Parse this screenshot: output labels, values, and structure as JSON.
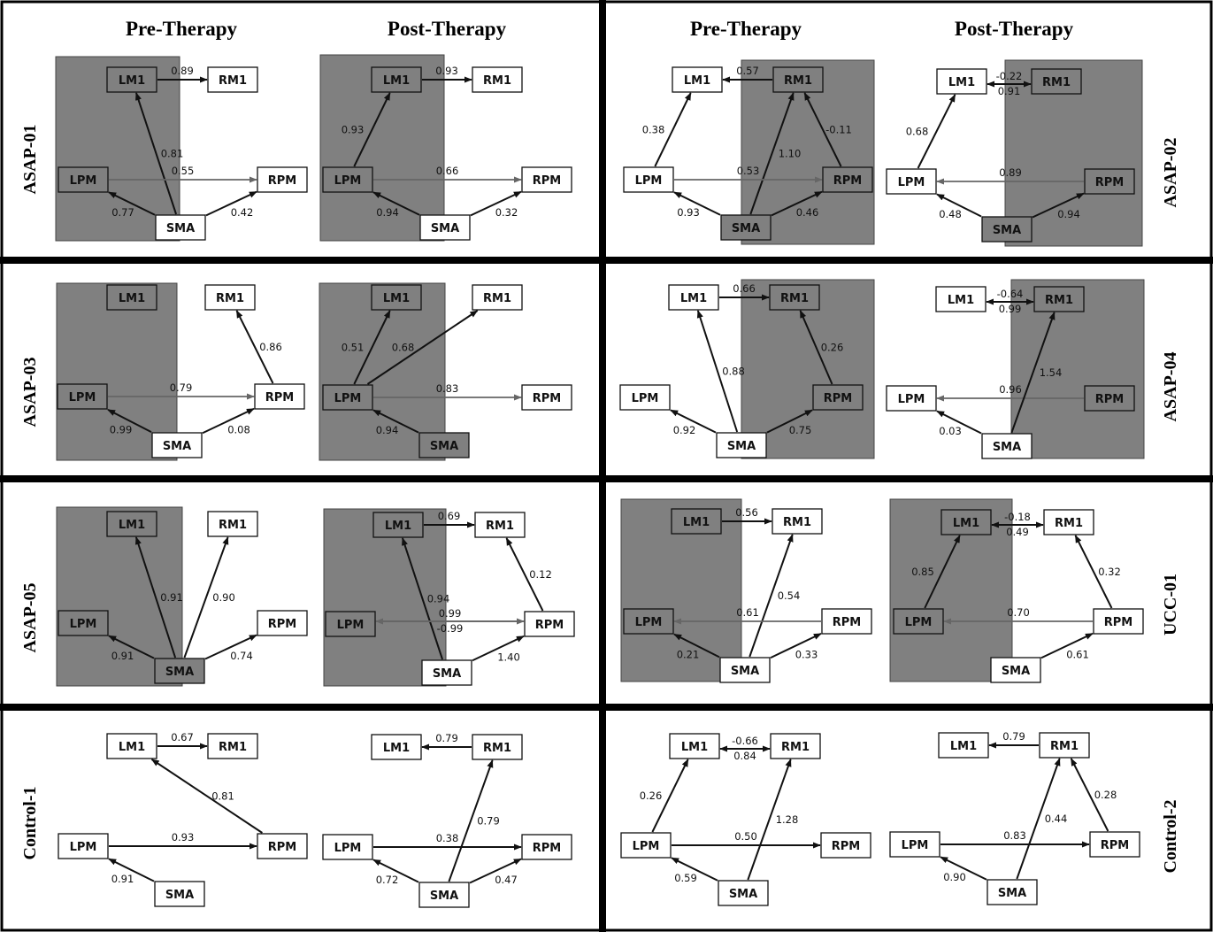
{
  "headers": {
    "left": [
      "Pre-Therapy",
      "Post-Therapy"
    ],
    "right": [
      "Pre-Therapy",
      "Post-Therapy"
    ]
  },
  "rows": [
    "ASAP-01",
    "ASAP-02",
    "ASAP-03",
    "ASAP-04",
    "ASAP-05",
    "UCC-01",
    "Control-1",
    "Control-2"
  ],
  "nodes": [
    "LM1",
    "RM1",
    "LPM",
    "RPM",
    "SMA"
  ],
  "panels": [
    {
      "row": 0,
      "side": "left",
      "col": 0,
      "edges": [
        {
          "from": "LM1",
          "to": "RM1",
          "w": "0.89"
        },
        {
          "from": "SMA",
          "to": "LM1",
          "w": "0.81"
        },
        {
          "from": "LPM",
          "to": "RPM",
          "w": "0.55",
          "gray": true
        },
        {
          "from": "SMA",
          "to": "LPM",
          "w": "0.77"
        },
        {
          "from": "SMA",
          "to": "RPM",
          "w": "0.42"
        }
      ]
    },
    {
      "row": 0,
      "side": "left",
      "col": 1,
      "edges": [
        {
          "from": "LM1",
          "to": "RM1",
          "w": "0.93"
        },
        {
          "from": "LPM",
          "to": "LM1",
          "w": "0.93"
        },
        {
          "from": "LPM",
          "to": "RPM",
          "w": "0.66",
          "gray": true
        },
        {
          "from": "SMA",
          "to": "LPM",
          "w": "0.94"
        },
        {
          "from": "SMA",
          "to": "RPM",
          "w": "0.32"
        }
      ]
    },
    {
      "row": 0,
      "side": "right",
      "col": 0,
      "edges": [
        {
          "from": "RM1",
          "to": "LM1",
          "w": "0.57"
        },
        {
          "from": "LPM",
          "to": "LM1",
          "w": "0.38"
        },
        {
          "from": "SMA",
          "to": "RM1",
          "w": "1.10"
        },
        {
          "from": "RPM",
          "to": "RM1",
          "w": "-0.11"
        },
        {
          "from": "LPM",
          "to": "RPM",
          "w": "0.53",
          "gray": true
        },
        {
          "from": "SMA",
          "to": "LPM",
          "w": "0.93"
        },
        {
          "from": "SMA",
          "to": "RPM",
          "w": "0.46"
        }
      ]
    },
    {
      "row": 0,
      "side": "right",
      "col": 1,
      "edges": [
        {
          "from": "LM1",
          "to": "RM1",
          "w": "0.91",
          "pair": 1
        },
        {
          "from": "RM1",
          "to": "LM1",
          "w": "-0.22",
          "pair": -1
        },
        {
          "from": "LPM",
          "to": "LM1",
          "w": "0.68"
        },
        {
          "from": "RPM",
          "to": "LPM",
          "w": "0.89",
          "gray": true
        },
        {
          "from": "SMA",
          "to": "LPM",
          "w": "0.48"
        },
        {
          "from": "SMA",
          "to": "RPM",
          "w": "0.94"
        }
      ]
    },
    {
      "row": 1,
      "side": "left",
      "col": 0,
      "edges": [
        {
          "from": "RPM",
          "to": "RM1",
          "w": "0.86"
        },
        {
          "from": "LPM",
          "to": "RPM",
          "w": "0.79",
          "gray": true
        },
        {
          "from": "SMA",
          "to": "LPM",
          "w": "0.99"
        },
        {
          "from": "SMA",
          "to": "RPM",
          "w": "0.08"
        }
      ]
    },
    {
      "row": 1,
      "side": "left",
      "col": 1,
      "edges": [
        {
          "from": "LPM",
          "to": "LM1",
          "w": "0.51"
        },
        {
          "from": "LPM",
          "to": "RM1",
          "w": "0.68"
        },
        {
          "from": "LPM",
          "to": "RPM",
          "w": "0.83",
          "gray": true
        },
        {
          "from": "SMA",
          "to": "LPM",
          "w": "0.94"
        }
      ]
    },
    {
      "row": 1,
      "side": "right",
      "col": 0,
      "edges": [
        {
          "from": "LM1",
          "to": "RM1",
          "w": "0.66"
        },
        {
          "from": "SMA",
          "to": "LM1",
          "w": "0.88"
        },
        {
          "from": "RPM",
          "to": "RM1",
          "w": "0.26"
        },
        {
          "from": "SMA",
          "to": "LPM",
          "w": "0.92"
        },
        {
          "from": "SMA",
          "to": "RPM",
          "w": "0.75"
        }
      ]
    },
    {
      "row": 1,
      "side": "right",
      "col": 1,
      "edges": [
        {
          "from": "RM1",
          "to": "LM1",
          "w": "-0.64",
          "pair": -1
        },
        {
          "from": "LM1",
          "to": "RM1",
          "w": "0.99",
          "pair": 1
        },
        {
          "from": "RPM",
          "to": "LPM",
          "w": "0.96",
          "gray": true
        },
        {
          "from": "SMA",
          "to": "RM1",
          "w": "1.54"
        },
        {
          "from": "SMA",
          "to": "LPM",
          "w": "0.03"
        }
      ]
    },
    {
      "row": 2,
      "side": "left",
      "col": 0,
      "edges": [
        {
          "from": "SMA",
          "to": "LM1",
          "w": "0.91"
        },
        {
          "from": "SMA",
          "to": "RM1",
          "w": "0.90"
        },
        {
          "from": "SMA",
          "to": "LPM",
          "w": "0.91"
        },
        {
          "from": "SMA",
          "to": "RPM",
          "w": "0.74"
        }
      ]
    },
    {
      "row": 2,
      "side": "left",
      "col": 1,
      "edges": [
        {
          "from": "LM1",
          "to": "RM1",
          "w": "0.69"
        },
        {
          "from": "SMA",
          "to": "LM1",
          "w": "0.94"
        },
        {
          "from": "RPM",
          "to": "RM1",
          "w": "0.12"
        },
        {
          "from": "LPM",
          "to": "RPM",
          "w": "0.99",
          "gray": true,
          "pair": -1
        },
        {
          "from": "RPM",
          "to": "LPM",
          "w": "-0.99",
          "gray": true,
          "pair": 1
        },
        {
          "from": "SMA",
          "to": "RPM",
          "w": "1.40"
        }
      ]
    },
    {
      "row": 2,
      "side": "right",
      "col": 0,
      "edges": [
        {
          "from": "LM1",
          "to": "RM1",
          "w": "0.56"
        },
        {
          "from": "SMA",
          "to": "RM1",
          "w": "0.54"
        },
        {
          "from": "RPM",
          "to": "LPM",
          "w": "0.61",
          "gray": true
        },
        {
          "from": "SMA",
          "to": "LPM",
          "w": "0.21"
        },
        {
          "from": "SMA",
          "to": "RPM",
          "w": "0.33"
        }
      ]
    },
    {
      "row": 2,
      "side": "right",
      "col": 1,
      "edges": [
        {
          "from": "RM1",
          "to": "LM1",
          "w": "-0.18",
          "pair": -1
        },
        {
          "from": "LM1",
          "to": "RM1",
          "w": "0.49",
          "pair": 1
        },
        {
          "from": "LPM",
          "to": "LM1",
          "w": "0.85"
        },
        {
          "from": "RPM",
          "to": "RM1",
          "w": "0.32"
        },
        {
          "from": "RPM",
          "to": "LPM",
          "w": "0.70",
          "gray": true
        },
        {
          "from": "SMA",
          "to": "RPM",
          "w": "0.61"
        }
      ]
    },
    {
      "row": 3,
      "side": "left",
      "col": 0,
      "edges": [
        {
          "from": "LM1",
          "to": "RM1",
          "w": "0.67"
        },
        {
          "from": "RPM",
          "to": "LM1",
          "w": "0.81"
        },
        {
          "from": "LPM",
          "to": "RPM",
          "w": "0.93"
        },
        {
          "from": "SMA",
          "to": "LPM",
          "w": "0.91"
        }
      ]
    },
    {
      "row": 3,
      "side": "left",
      "col": 1,
      "edges": [
        {
          "from": "RM1",
          "to": "LM1",
          "w": "0.79"
        },
        {
          "from": "SMA",
          "to": "RM1",
          "w": "0.79"
        },
        {
          "from": "LPM",
          "to": "RPM",
          "w": "0.38"
        },
        {
          "from": "SMA",
          "to": "LPM",
          "w": "0.72"
        },
        {
          "from": "SMA",
          "to": "RPM",
          "w": "0.47"
        }
      ]
    },
    {
      "row": 3,
      "side": "right",
      "col": 0,
      "edges": [
        {
          "from": "RM1",
          "to": "LM1",
          "w": "-0.66",
          "pair": -1
        },
        {
          "from": "LM1",
          "to": "RM1",
          "w": "0.84",
          "pair": 1
        },
        {
          "from": "LPM",
          "to": "LM1",
          "w": "0.26"
        },
        {
          "from": "SMA",
          "to": "RM1",
          "w": "1.28"
        },
        {
          "from": "LPM",
          "to": "RPM",
          "w": "0.50"
        },
        {
          "from": "SMA",
          "to": "LPM",
          "w": "0.59"
        }
      ]
    },
    {
      "row": 3,
      "side": "right",
      "col": 1,
      "edges": [
        {
          "from": "RM1",
          "to": "LM1",
          "w": "0.79"
        },
        {
          "from": "SMA",
          "to": "RM1",
          "w": "0.44"
        },
        {
          "from": "RPM",
          "to": "RM1",
          "w": "0.28"
        },
        {
          "from": "LPM",
          "to": "RPM",
          "w": "0.83"
        },
        {
          "from": "SMA",
          "to": "LPM",
          "w": "0.90"
        }
      ]
    }
  ]
}
